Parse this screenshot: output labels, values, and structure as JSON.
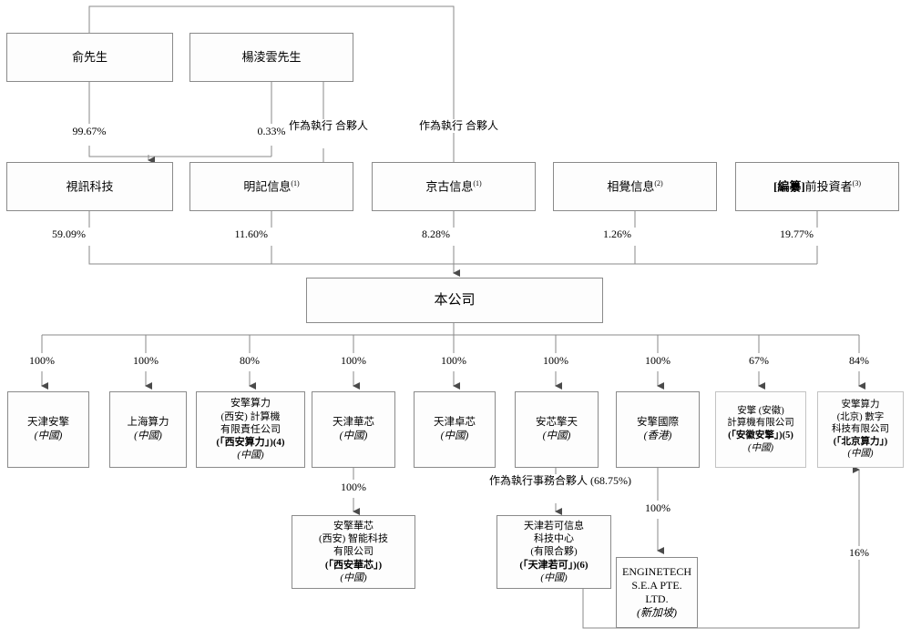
{
  "diagram": {
    "title": "shareholding-structure-chart",
    "colors": {
      "box_border": "#8a8a8a",
      "box_border_light": "#c3c3c3",
      "line": "#7f7f7f",
      "background": "#ffffff"
    }
  },
  "level1": [
    {
      "id": "yu",
      "label": "俞先生"
    },
    {
      "id": "yang",
      "label": "楊淩雲先生"
    }
  ],
  "level2": [
    {
      "id": "shixun",
      "label": "視訊科技",
      "note": ""
    },
    {
      "id": "mingji",
      "label": "明記信息",
      "note": "(1)"
    },
    {
      "id": "jinggu",
      "label": "京古信息",
      "note": "(1)"
    },
    {
      "id": "xiangjue",
      "label": "相覺信息",
      "note": "(2)"
    },
    {
      "id": "previnv",
      "label_bold": "[編纂]",
      "label": "前投資者",
      "note": "(3)"
    }
  ],
  "company": {
    "label": "本公司"
  },
  "connector_labels": {
    "yu_to_shixun": "99.67%",
    "yang_to_shixun": "0.33%",
    "yang_to_mingji_line1": "作為執行",
    "yang_to_mingji_line2": "合夥人",
    "yu_to_jinggu_line1": "作為執行",
    "yu_to_jinggu_line2": "合夥人"
  },
  "level2_to_company": [
    {
      "from": "shixun",
      "pct": "59.09%"
    },
    {
      "from": "mingji",
      "pct": "11.60%"
    },
    {
      "from": "jinggu",
      "pct": "8.28%"
    },
    {
      "from": "xiangjue",
      "pct": "1.26%"
    },
    {
      "from": "previnv",
      "pct": "19.77%"
    }
  ],
  "level3_pcts": [
    "100%",
    "100%",
    "80%",
    "100%",
    "100%",
    "100%",
    "100%",
    "67%",
    "84%"
  ],
  "level3": [
    {
      "id": "tianjin-anqing",
      "lines": [
        "天津安擎",
        "(中國)"
      ],
      "light": false
    },
    {
      "id": "shanghai-suanli",
      "lines": [
        "上海算力",
        "(中國)"
      ],
      "light": false
    },
    {
      "id": "xian-suanli",
      "lines": [
        "安擎算力",
        "(西安) 計算機",
        "有限責任公司",
        "(「西安算力」)(4)",
        "(中國)"
      ],
      "light": false
    },
    {
      "id": "tianjin-huaxin",
      "lines": [
        "天津華芯",
        "(中國)"
      ],
      "light": false
    },
    {
      "id": "tianjin-zhuoxin",
      "lines": [
        "天津卓芯",
        "(中國)"
      ],
      "light": false
    },
    {
      "id": "anxin-qingtian",
      "lines": [
        "安芯擎天",
        "(中國)"
      ],
      "light": false
    },
    {
      "id": "anqing-guoji",
      "lines": [
        "安擎國際",
        "(香港)"
      ],
      "light": false
    },
    {
      "id": "anhui-anqing",
      "lines": [
        "安擎 (安徽)",
        "計算機有限公司",
        "(「安徽安擎」)(5)",
        "(中國)"
      ],
      "light": true
    },
    {
      "id": "beijing-suanli",
      "lines": [
        "安擎算力",
        "(北京) 數字",
        "科技有限公司",
        "(「北京算力」)",
        "(中國)"
      ],
      "light": true
    }
  ],
  "level4": [
    {
      "id": "xian-huaxin",
      "lines": [
        "安擎華芯",
        "(西安) 智能科技",
        "有限公司",
        "(「西安華芯」)",
        "(中國)"
      ],
      "parent": "tianjin-huaxin",
      "pct": "100%"
    },
    {
      "id": "tianjin-ruoke",
      "lines": [
        "天津若可信息",
        "科技中心",
        "(有限合夥)",
        "(「天津若可」)(6)",
        "(中國)"
      ],
      "parent": "anxin-qingtian",
      "pct_line1": "作為執行事務合夥人",
      "pct_line2": "(68.75%)"
    },
    {
      "id": "enginetech",
      "lines": [
        "ENGINETECH",
        "S.E.A PTE.",
        "LTD.",
        "(新加坡)"
      ],
      "parent": "anqing-guoji",
      "pct": "100%"
    }
  ],
  "cross_link": {
    "from": "tianjin-ruoke",
    "to": "beijing-suanli",
    "pct": "16%"
  }
}
